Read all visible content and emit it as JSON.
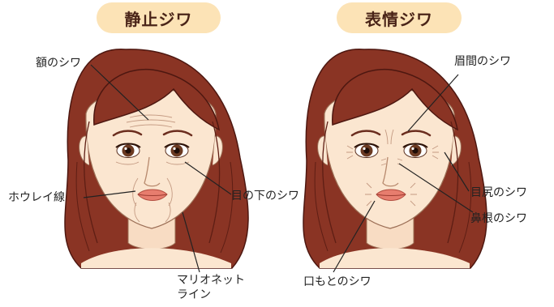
{
  "headers": {
    "static": "静止ジワ",
    "expression": "表情ジワ"
  },
  "labels_left": {
    "forehead": "額のシワ",
    "nasolabial": "ホウレイ線",
    "under_eye": "目の下のシワ",
    "marionette_line1": "マリオネット",
    "marionette_line2": "ライン"
  },
  "labels_right": {
    "glabella": "眉間のシワ",
    "crows_feet": "目尻のシワ",
    "bunny_lines": "鼻根のシワ",
    "mouth_corner": "口もとのシワ"
  },
  "colors": {
    "pill_bg": "#fce3b6",
    "hair": "#8a3424",
    "skin": "#fbe6d0",
    "lips": "#e77d6e"
  }
}
